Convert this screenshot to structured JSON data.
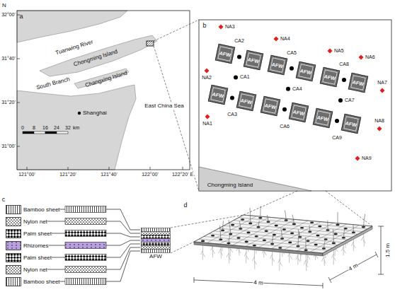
{
  "diagram": {
    "nodes": [
      {
        "text": [
          "AFW"
        ]
      },
      {
        "text": [
          "AFW"
        ]
      },
      {
        "text": [
          "AFW"
        ]
      },
      {
        "text": [
          "AFW"
        ]
      },
      {
        "text": [
          "AFW"
        ]
      },
      {
        "text": [
          "AFW"
        ]
      },
      {
        "text": [
          "AFW"
        ]
      },
      {
        "text": [
          "AFW"
        ]
      },
      {
        "text": [
          "AFW"
        ]
      },
      {
        "text": [
          "AFW"
        ]
      },
      {
        "text": [
          "AFW"
        ]
      },
      {
        "text": [
          "AFW"
        ]
      },
      {
        "text": [
          "Bamboo sheet"
        ]
      },
      {
        "text": [
          "Nylon net"
        ]
      },
      {
        "text": [
          "Palm sheet"
        ]
      },
      {
        "text": [
          "Rhizomes"
        ]
      },
      {
        "text": [
          "Palm sheet"
        ]
      },
      {
        "text": [
          "Nylon net"
        ]
      },
      {
        "text": [
          "Bamboo sheet"
        ]
      },
      {
        "text": [
          "AFW"
        ]
      }
    ],
    "edges": [
      {
        "from": 12,
        "to": 19,
        "arrow": "none"
      },
      {
        "from": 13,
        "to": 19,
        "arrow": "none"
      },
      {
        "from": 14,
        "to": 19,
        "arrow": "none"
      },
      {
        "from": 15,
        "to": 19,
        "arrow": "none"
      },
      {
        "from": 16,
        "to": 19,
        "arrow": "none"
      },
      {
        "from": 17,
        "to": 19,
        "arrow": "none"
      },
      {
        "from": 18,
        "to": 19,
        "arrow": "none"
      }
    ],
    "labels": [
      "a",
      "N",
      "32°00'",
      "31°40'",
      "31°20'",
      "31°00'",
      "Tuanwing River",
      "Chongming Island",
      "South Branch",
      "Changxing Island",
      "Shanghai",
      "East China Sea",
      "0",
      "8",
      "16",
      "24",
      "32",
      "km",
      "121°00'",
      "121°20'",
      "121°40'",
      "122°00'",
      "122°20' E",
      "b",
      "NA1",
      "NA2",
      "NA3",
      "NA4",
      "NA5",
      "NA6",
      "NA7",
      "NA8",
      "NA9",
      "CA1",
      "CA2",
      "CA3",
      "CA4",
      "CA5",
      "CA6",
      "CA7",
      "CA8",
      "CA9",
      "Chongming Island",
      "c",
      "d",
      "4 m",
      "4 m",
      "1.5 m"
    ]
  }
}
